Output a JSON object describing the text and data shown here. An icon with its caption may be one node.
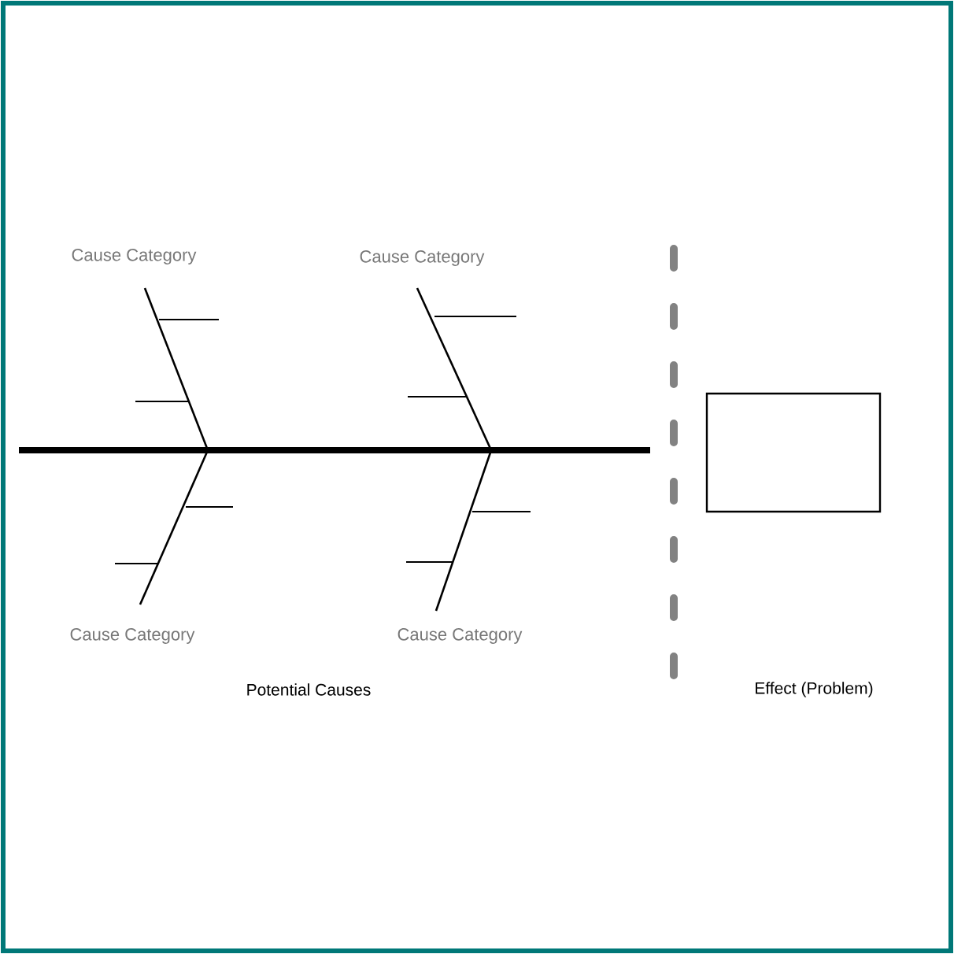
{
  "diagram": {
    "nodes": [
      {
        "text": [
          "Cause Category"
        ]
      },
      {
        "text": [
          "Cause Category"
        ]
      },
      {
        "text": [
          "Cause Category"
        ]
      },
      {
        "text": [
          "Cause Category"
        ]
      },
      {
        "text": [],
        "shape": "box"
      }
    ],
    "labels": [
      "Potential Causes",
      "Effect (Problem)"
    ]
  }
}
